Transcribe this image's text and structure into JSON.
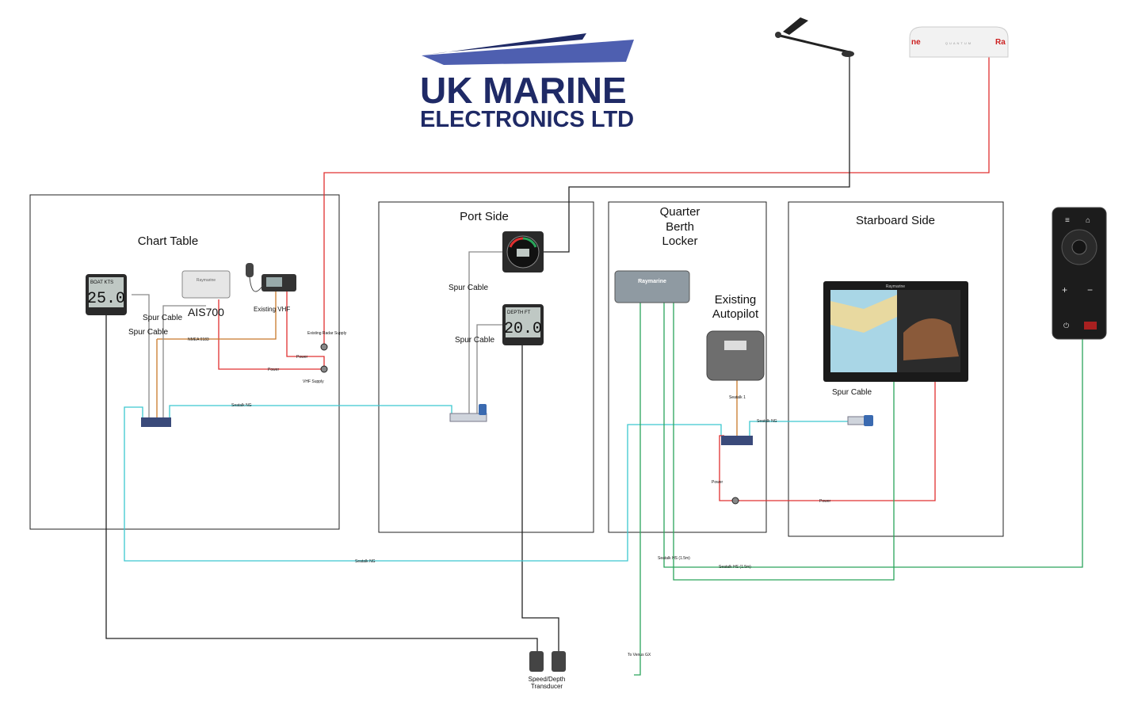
{
  "logo": {
    "line1": "UK MARINE",
    "line2": "ELECTRONICS LTD",
    "colors": {
      "navy": "#1f2a66",
      "blue": "#4e5fb0"
    }
  },
  "zones": [
    {
      "id": "chart-table",
      "label": "Chart Table"
    },
    {
      "id": "port-side",
      "label": "Port Side"
    },
    {
      "id": "quarter-berth",
      "label_lines": [
        "Quarter",
        "Berth",
        "Locker"
      ]
    },
    {
      "id": "starboard-side",
      "label": "Starboard Side"
    }
  ],
  "devices": {
    "boat_speed_display": {
      "screen": "25.0",
      "header": "BOAT KTS"
    },
    "depth_display": {
      "screen": "20.0",
      "header": "DEPTH FT"
    },
    "ais": {
      "label": "AIS700",
      "brand": "Raymarine"
    },
    "vhf": {
      "label": "Existing VHF"
    },
    "hub": {
      "brand": "Raymarine"
    },
    "autopilot": {
      "label_lines": [
        "Existing",
        "Autopilot"
      ]
    },
    "chartplotter": {
      "brand": "Raymarine"
    },
    "radar": {
      "brand_left": "ne",
      "brand_right": "Ra",
      "model": "QUANTUM"
    },
    "transducer": {
      "label_lines": [
        "Speed/Depth",
        "Transducer"
      ]
    }
  },
  "cable_labels": {
    "spur1": "Spur Cable",
    "spur2": "Spur Cable",
    "spur_port1": "Spur Cable",
    "spur_port2": "Spur Cable",
    "spur_stbd": "Spur Cable",
    "nmea0183": "NMEA 0183",
    "radar_supply": "Existing Radar Supply",
    "power_vhf": "Power",
    "power_ais": "Power",
    "vhf_supply": "VHF Supply",
    "seatalk_ng_top": "Seatalk NG",
    "seatalk_ng_bottom": "Seatalk NG",
    "seatalk_ng_stbd": "Seatalk NG",
    "seatalk1": "Seatalk 1",
    "power_ap": "Power",
    "power_stbd": "Power",
    "seatalk_hs1": "Seatalk HS (1.5m)",
    "seatalk_hs2": "Seatalk HS (1.5m)",
    "to_venus": "To Venus GX"
  },
  "colors": {
    "red": "#e03030",
    "cyan": "#3cc8d0",
    "green": "#2aa55a",
    "black": "#222222",
    "gray": "#8a8a8a",
    "orange": "#c8782a",
    "hub_blue": "#3a4a7a"
  }
}
